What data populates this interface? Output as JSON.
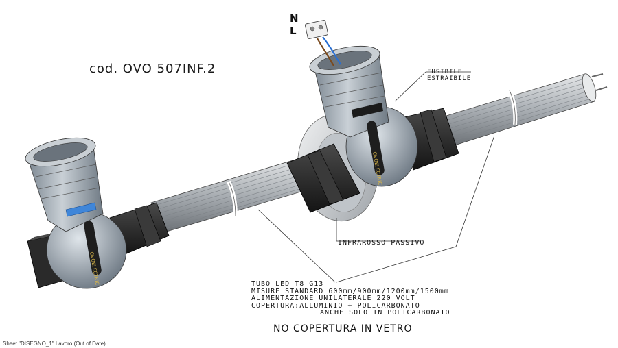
{
  "drawing": {
    "code": "cod. OVO 507INF.2",
    "wire_labels": {
      "n": "N",
      "l": "L"
    },
    "callouts": {
      "fuse": [
        "FUSIBILE",
        "ESTRAIBILE"
      ],
      "infrared": "INFRAROSSO PASSIVO",
      "spec_lines": [
        "TUBO LED T8  G13",
        "MISURE STANDARD 600mm/900mm/1200mm/1500mm",
        "ALIMENTAZIONE UNILATERALE 220 VOLT",
        "COPERTURA:ALLUMINIO + POLICARBONATO",
        "ANCHE SOLO IN POLICARBONATO"
      ],
      "glass_note": "NO COPERTURA IN VETRO"
    },
    "sheet_footer": "Sheet \"DISEGNO_1\" Lavoro (Out of Date)",
    "colors": {
      "housing": "#9aa4ae",
      "housing_light": "#c5ccd3",
      "rubber": "#2b2b2b",
      "tube": "#b9bdc1",
      "window": "#3f86d9",
      "wire_blue": "#2a6fd1",
      "wire_brown": "#7a4a1e"
    }
  }
}
